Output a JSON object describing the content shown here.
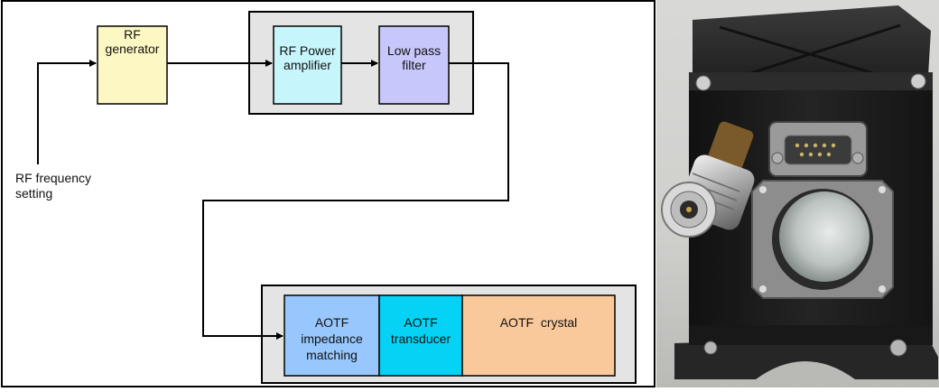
{
  "diagram": {
    "rf_generator": [
      "RF",
      "generator"
    ],
    "rf_power_amplifier": [
      "RF Power",
      "amplifier"
    ],
    "low_pass_filter": [
      "Low pass",
      "filter"
    ],
    "rf_frequency_setting": [
      "RF frequency",
      "setting"
    ],
    "aotf_impedance_matching": [
      "AOTF",
      "impedance",
      "matching"
    ],
    "aotf_transducer": [
      "AOTF",
      "transducer"
    ],
    "aotf_crystal": "AOTF  crystal"
  },
  "colors": {
    "rf_generator": "#fdf7c3",
    "rf_power_amplifier": "#c6f6fb",
    "low_pass_filter": "#c7c7fb",
    "group_background": "#e4e4e4",
    "impedance_matching": "#97c7fc",
    "transducer": "#05d2f5",
    "crystal": "#fac99b"
  },
  "photo": {
    "subject": "AOTF module photograph"
  }
}
